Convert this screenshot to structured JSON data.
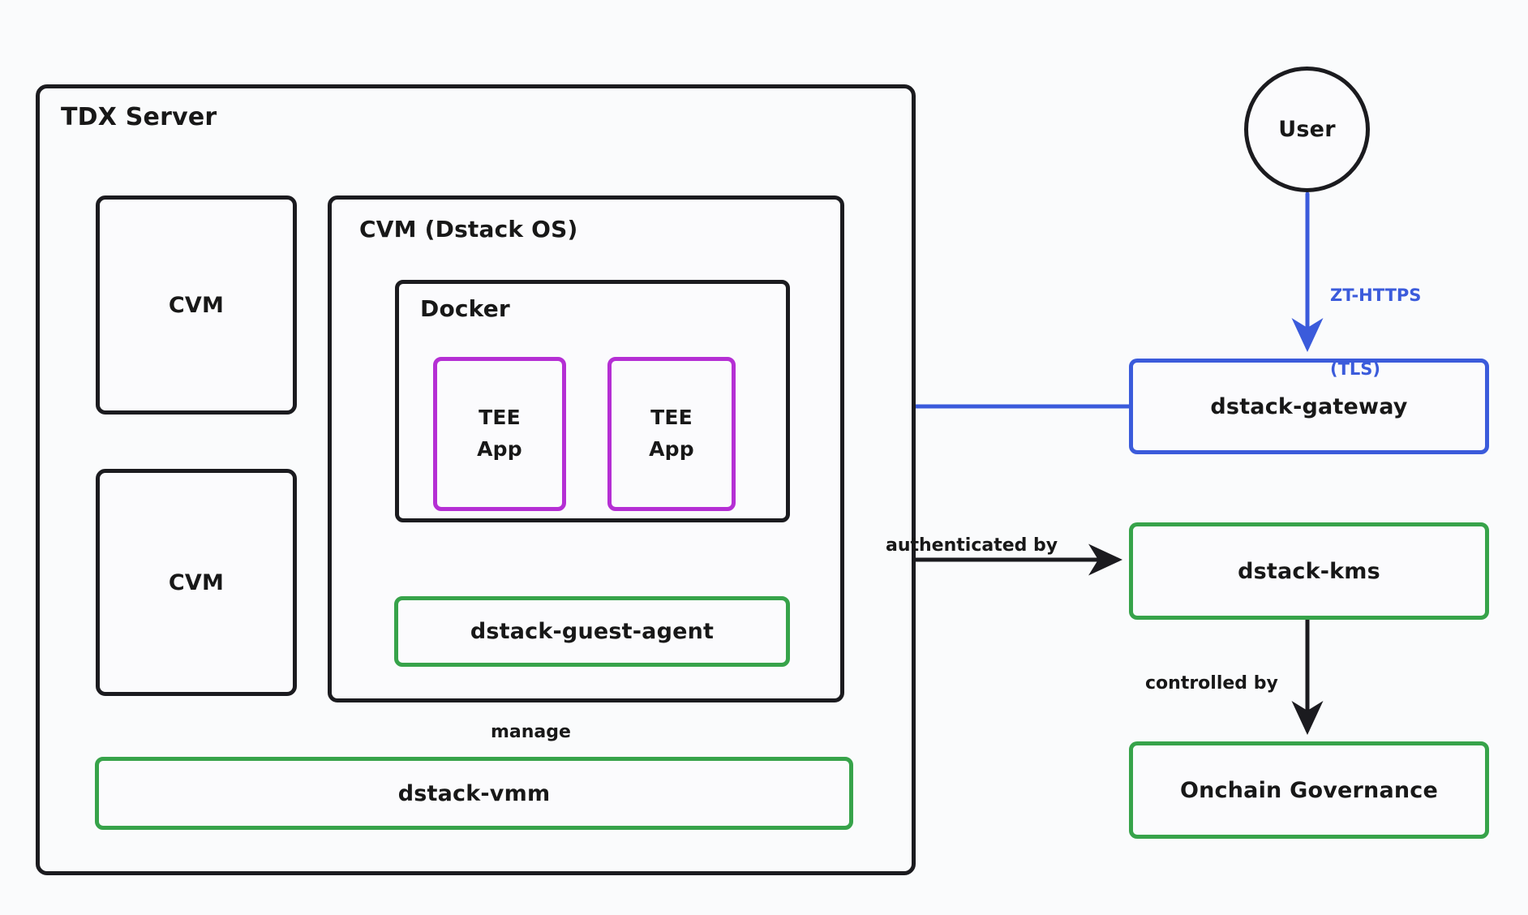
{
  "diagram": {
    "title": "dstack architecture",
    "background": "#fafbfc",
    "colors": {
      "black": "#1b1b1f",
      "green": "#37a34a",
      "blue": "#3b5bdb",
      "purple": "#b52fd4",
      "text": "#181818"
    }
  },
  "tdx_server": {
    "label": "TDX Server",
    "cvm_boxes": [
      {
        "label": "CVM"
      },
      {
        "label": "CVM"
      }
    ],
    "cvm_dstack_os": {
      "label": "CVM (Dstack OS)",
      "docker": {
        "label": "Docker",
        "tee_apps": [
          {
            "line1": "TEE",
            "line2": "App"
          },
          {
            "line1": "TEE",
            "line2": "App"
          }
        ]
      },
      "guest_agent": {
        "label": "dstack-guest-agent"
      }
    },
    "vmm": {
      "label": "dstack-vmm"
    }
  },
  "right_column": {
    "user": {
      "label": "User"
    },
    "gateway": {
      "label": "dstack-gateway"
    },
    "kms": {
      "label": "dstack-kms"
    },
    "governance": {
      "label": "Onchain Governance"
    }
  },
  "connectors": {
    "zt_https": {
      "line1": "ZT-HTTPS",
      "line2": "(TLS)"
    },
    "authenticated_by": {
      "label": "authenticated by"
    },
    "controlled_by": {
      "label": "controlled by"
    },
    "manage": {
      "label": "manage"
    }
  }
}
